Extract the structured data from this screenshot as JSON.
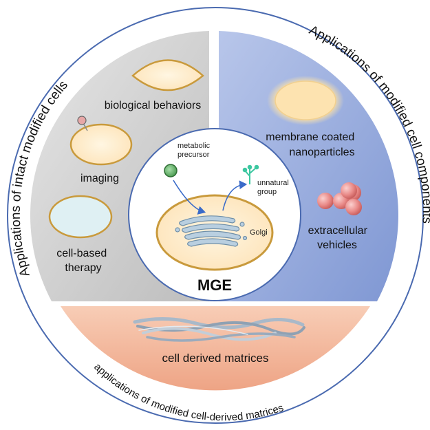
{
  "center": {
    "title": "MGE",
    "metabolic_precursor": [
      "metabolic",
      "precursor"
    ],
    "unnatural_group": [
      "unnatural",
      "group"
    ],
    "golgi": "Golgi"
  },
  "left_sector": {
    "arc_label": "Applications of intact modified cells",
    "items": {
      "biological_behaviors": "biological behaviors",
      "imaging": "imaging",
      "cell_based_therapy": [
        "cell-based",
        "therapy"
      ]
    },
    "color": "#c9c9c9"
  },
  "right_sector": {
    "arc_label": "Applications of modified cell components",
    "items": {
      "membrane_coated": [
        "membrane  coated",
        "nanoparticles"
      ],
      "extracellular_vehicles": [
        "extracellular",
        "vehicles"
      ]
    },
    "color": "#8aa1d6"
  },
  "bottom_sector": {
    "arc_label": "applications of modified cell-derived matrices",
    "items": {
      "cell_derived_matrices": "cell derived matrices"
    },
    "color": "#f2b497"
  }
}
